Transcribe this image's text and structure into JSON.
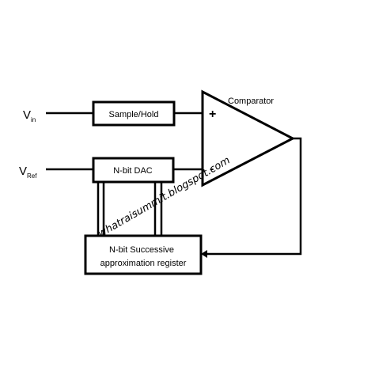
{
  "inputs": {
    "vin": {
      "main": "V",
      "sub": "in"
    },
    "vref": {
      "main": "V",
      "sub": "Ref"
    }
  },
  "blocks": {
    "sample_hold": "Sample/Hold",
    "dac": "N-bit DAC",
    "sar_line1": "N-bit Successive",
    "sar_line2": "approximation register"
  },
  "comparator": {
    "label": "Comparator",
    "plus": "+",
    "minus": "-"
  },
  "bus_dots": ". .",
  "watermark": "whatraisummit.blogspot.com"
}
